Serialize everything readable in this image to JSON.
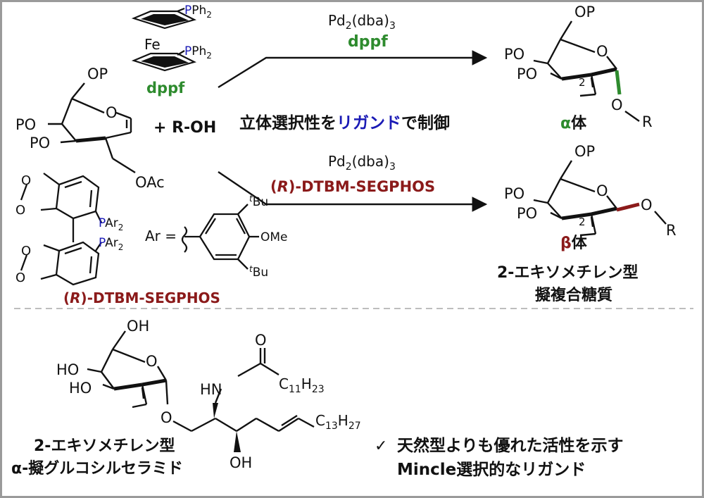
{
  "colors": {
    "green": "#2e8b2e",
    "blue": "#1a1ab5",
    "darkred": "#8b1a1a",
    "black": "#111111",
    "frame": "#9a9a9a",
    "dashed": "#bdbdbd"
  },
  "ferrocene": {
    "pph2_top": "PPh",
    "pph2_sub": "2",
    "pph2_bottom": "PPh",
    "pph2_bottom_sub": "2",
    "fe": "Fe",
    "name": "dppf"
  },
  "glucal": {
    "op_top": "OP",
    "po_1": "PO",
    "po_2": "PO",
    "ring_o": "O",
    "oac": "OAc"
  },
  "reagent": "+ R-OH",
  "top_arrow": {
    "catalyst_main": "Pd",
    "catalyst_sub1": "2",
    "catalyst_mid": "(dba)",
    "catalyst_sub2": "3",
    "ligand": "dppf"
  },
  "middle_text": {
    "part1": "立体選択性を",
    "part2": "リガンド",
    "part3": "で制御"
  },
  "bottom_arrow": {
    "catalyst_main": "Pd",
    "catalyst_sub1": "2",
    "catalyst_mid": "(dba)",
    "catalyst_sub2": "3",
    "ligand_paren_open": "(",
    "ligand_r": "R",
    "ligand_rest": ")-DTBM-SEGPHOS"
  },
  "alpha_product": {
    "op": "OP",
    "po_1": "PO",
    "po_2": "PO",
    "ring_o": "O",
    "c2": "2",
    "o": "O",
    "r": "R",
    "label_greek": "α",
    "label_rest": "体"
  },
  "beta_product": {
    "op": "OP",
    "po_1": "PO",
    "po_2": "PO",
    "ring_o": "O",
    "c2": "2",
    "o": "O",
    "r": "R",
    "label_greek": "β",
    "label_rest": "体",
    "class_line1": "2-エキソメチレン型",
    "class_line2": "擬複合糖質"
  },
  "segphos": {
    "par2_top": "PAr",
    "par2_top_sub": "2",
    "par2_bottom": "PAr",
    "par2_bottom_sub": "2",
    "ar_eq": "Ar =",
    "tbu_top": "Bu",
    "tbu_bottom": "Bu",
    "t": "t",
    "ome": "OMe",
    "name_open": "(",
    "name_r": "R",
    "name_rest": ")-DTBM-SEGPHOS",
    "ring_o": "O"
  },
  "ceramide": {
    "oh_top": "OH",
    "ho_1": "HO",
    "ho_2": "HO",
    "ring_o": "O",
    "o_link": "O",
    "hn": "HN",
    "carbonyl_o": "O",
    "c11": "C",
    "c11_sub": "11",
    "h23": "H",
    "h23_sub": "23",
    "c13": "C",
    "c13_sub": "13",
    "h27": "H",
    "h27_sub": "27",
    "oh_bottom": "OH",
    "name_line1": "2-エキソメチレン型",
    "name_line2_greek": "α",
    "name_line2_rest": "-擬グルコシルセラミド"
  },
  "bullet": {
    "check": "✓",
    "line1": "天然型よりも優れた活性を示す",
    "line2": "Mincle選択的なリガンド"
  }
}
